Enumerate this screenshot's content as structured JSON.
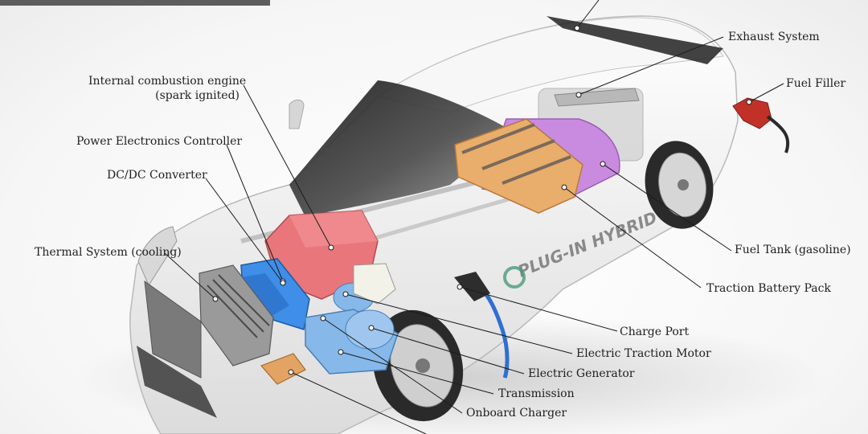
{
  "labels": {
    "exhaust_system": "Exhaust System",
    "fuel_filler": "Fuel Filler",
    "ice_line1": "Internal combustion engine",
    "ice_line2": "(spark ignited)",
    "power_electronics": "Power Electronics Controller",
    "dcdc_converter": "DC/DC Converter",
    "thermal_system": "Thermal System (cooling)",
    "fuel_tank": "Fuel Tank (gasoline)",
    "traction_battery": "Traction Battery Pack",
    "charge_port": "Charge Port",
    "traction_motor": "Electric Traction Motor",
    "generator": "Electric Generator",
    "transmission": "Transmission",
    "onboard_charger": "Onboard Charger"
  },
  "car_badge": "PLUG-IN HYBRID",
  "colors": {
    "battery": "#e9ad6c",
    "fuel_tank": "#c98be0",
    "engine": "#e8767a",
    "electronics_blue": "#3f8ee8",
    "motor_blue": "#86b8ea",
    "charger": "#e3a463",
    "fuel_nozzle": "#c23127",
    "charge_cable": "#2f6fd0",
    "leader_line": "#1b1b1b",
    "car_body": "#eeeeee"
  }
}
